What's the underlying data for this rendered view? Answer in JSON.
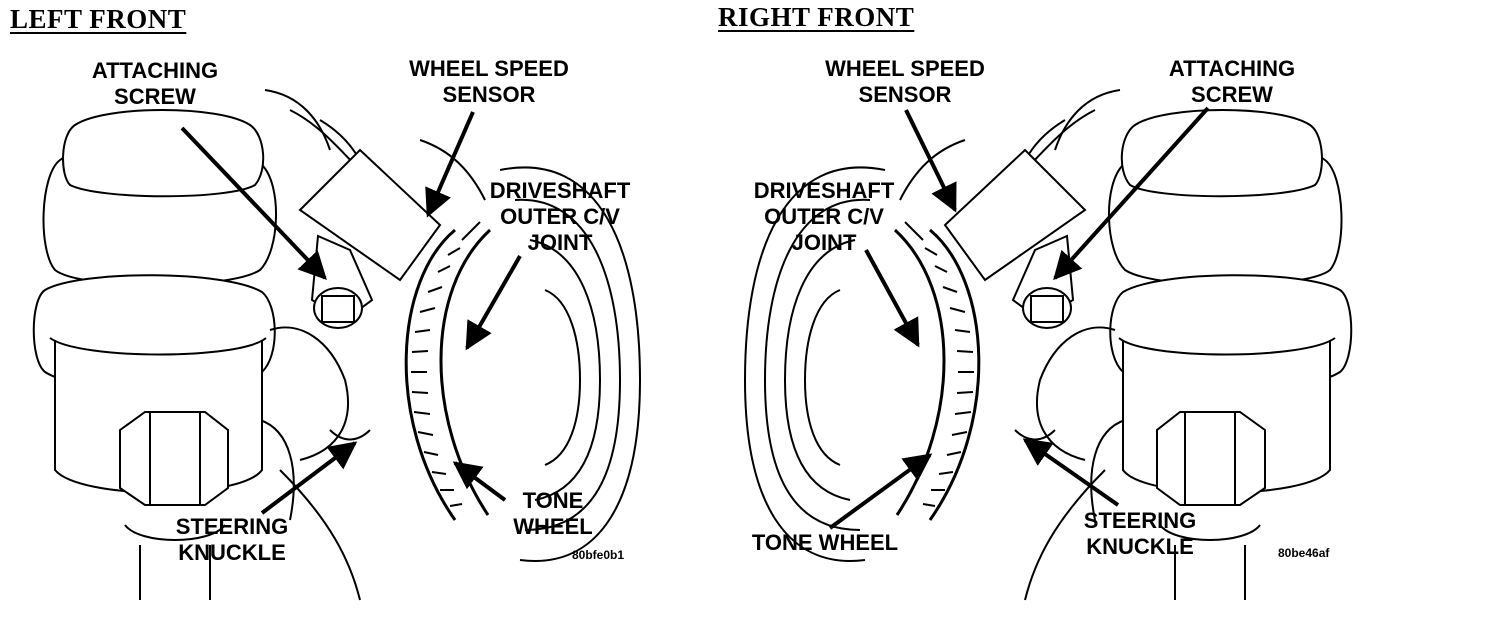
{
  "left_panel": {
    "title": "LEFT FRONT",
    "labels": {
      "attaching_screw": [
        "ATTACHING",
        "SCREW"
      ],
      "wheel_speed_sensor": [
        "WHEEL SPEED",
        "SENSOR"
      ],
      "driveshaft": [
        "DRIVESHAFT",
        "OUTER C/V",
        "JOINT"
      ],
      "tone_wheel": [
        "TONE",
        "WHEEL"
      ],
      "steering_knuckle": [
        "STEERING",
        "KNUCKLE"
      ]
    },
    "figure_code": "80bfe0b1"
  },
  "right_panel": {
    "title": "RIGHT FRONT",
    "labels": {
      "wheel_speed_sensor": [
        "WHEEL SPEED",
        "SENSOR"
      ],
      "attaching_screw": [
        "ATTACHING",
        "SCREW"
      ],
      "driveshaft": [
        "DRIVESHAFT",
        "OUTER C/V",
        "JOINT"
      ],
      "tone_wheel": [
        "TONE WHEEL"
      ],
      "steering_knuckle": [
        "STEERING",
        "KNUCKLE"
      ]
    },
    "figure_code": "80be46af"
  },
  "colors": {
    "ink": "#000000",
    "paper": "#ffffff"
  }
}
